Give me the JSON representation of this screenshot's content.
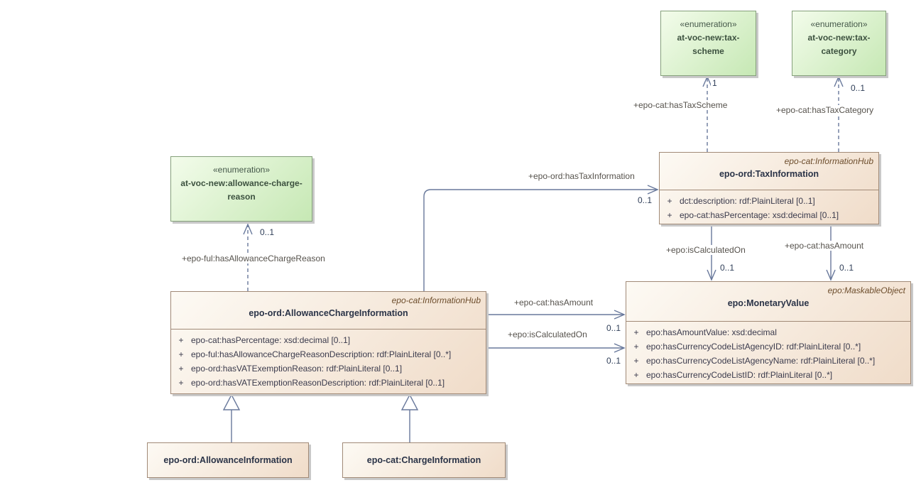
{
  "diagram": {
    "colors": {
      "background": "#ffffff",
      "enum_fill_top": "#f3fceb",
      "enum_fill_bottom": "#c6e8b4",
      "enum_border": "#85a07b",
      "class_fill_top": "#fdfaf4",
      "class_fill_bottom": "#f0dcc9",
      "class_border": "#a18a77",
      "connector": "#68789b",
      "shadow": "#c9c9c9"
    },
    "enums": [
      {
        "stereotype": "«enumeration»",
        "name": "at-voc-new:tax-scheme"
      },
      {
        "stereotype": "«enumeration»",
        "name": "at-voc-new:tax-category"
      },
      {
        "stereotype": "«enumeration»",
        "name": "at-voc-new:allowance-charge-reason"
      }
    ],
    "classes": {
      "tax_information": {
        "parent": "epo-cat:InformationHub",
        "name": "epo-ord:TaxInformation",
        "attributes": [
          {
            "vis": "+",
            "text": "dct:description: rdf:PlainLiteral [0..1]"
          },
          {
            "vis": "+",
            "text": "epo-cat:hasPercentage: xsd:decimal [0..1]"
          }
        ]
      },
      "allowance_charge_information": {
        "parent": "epo-cat:InformationHub",
        "name": "epo-ord:AllowanceChargeInformation",
        "attributes": [
          {
            "vis": "+",
            "text": "epo-cat:hasPercentage: xsd:decimal [0..1]"
          },
          {
            "vis": "+",
            "text": "epo-ful:hasAllowanceChargeReasonDescription: rdf:PlainLiteral [0..*]"
          },
          {
            "vis": "+",
            "text": "epo-ord:hasVATExemptionReason: rdf:PlainLiteral [0..1]"
          },
          {
            "vis": "+",
            "text": "epo-ord:hasVATExemptionReasonDescription: rdf:PlainLiteral [0..1]"
          }
        ]
      },
      "monetary_value": {
        "parent": "epo:MaskableObject",
        "name": "epo:MonetaryValue",
        "attributes": [
          {
            "vis": "+",
            "text": "epo:hasAmountValue: xsd:decimal"
          },
          {
            "vis": "+",
            "text": "epo:hasCurrencyCodeListAgencyID: rdf:PlainLiteral [0..*]"
          },
          {
            "vis": "+",
            "text": "epo:hasCurrencyCodeListAgencyName: rdf:PlainLiteral [0..*]"
          },
          {
            "vis": "+",
            "text": "epo:hasCurrencyCodeListID: rdf:PlainLiteral [0..*]"
          }
        ]
      },
      "allowance_information": {
        "name": "epo-ord:AllowanceInformation"
      },
      "charge_information": {
        "name": "epo-cat:ChargeInformation"
      }
    },
    "associations": {
      "has_tax_scheme": {
        "label": "+epo-cat:hasTaxScheme",
        "multiplicity": "1"
      },
      "has_tax_category": {
        "label": "+epo-cat:hasTaxCategory",
        "multiplicity": "0..1"
      },
      "has_allowance_charge_reason": {
        "label": "+epo-ful:hasAllowanceChargeReason",
        "multiplicity": "0..1"
      },
      "has_tax_information": {
        "label": "+epo-ord:hasTaxInformation",
        "multiplicity": "0..1"
      },
      "tax_is_calculated_on": {
        "label": "+epo:isCalculatedOn",
        "multiplicity": "0..1"
      },
      "tax_has_amount": {
        "label": "+epo-cat:hasAmount",
        "multiplicity": "0..1"
      },
      "aci_has_amount": {
        "label": "+epo-cat:hasAmount",
        "multiplicity": "0..1"
      },
      "aci_is_calculated_on": {
        "label": "+epo:isCalculatedOn",
        "multiplicity": "0..1"
      }
    }
  }
}
